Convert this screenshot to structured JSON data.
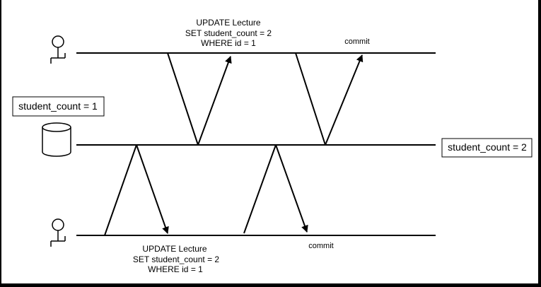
{
  "colors": {
    "frame": "#000000",
    "background": "#ffffff",
    "stroke": "#000000"
  },
  "top_user": {
    "icon": "stick-figure-icon",
    "query_lines": [
      "UPDATE Lecture",
      "SET student_count = 2",
      "WHERE id = 1"
    ],
    "commit_label": "commit"
  },
  "database": {
    "icon": "database-cylinder-icon",
    "value_before": "student_count = 1",
    "value_after": "student_count = 2"
  },
  "bottom_user": {
    "icon": "stick-figure-icon",
    "query_lines": [
      "UPDATE Lecture",
      "SET student_count = 2",
      "WHERE id = 1"
    ],
    "commit_label": "commit"
  }
}
